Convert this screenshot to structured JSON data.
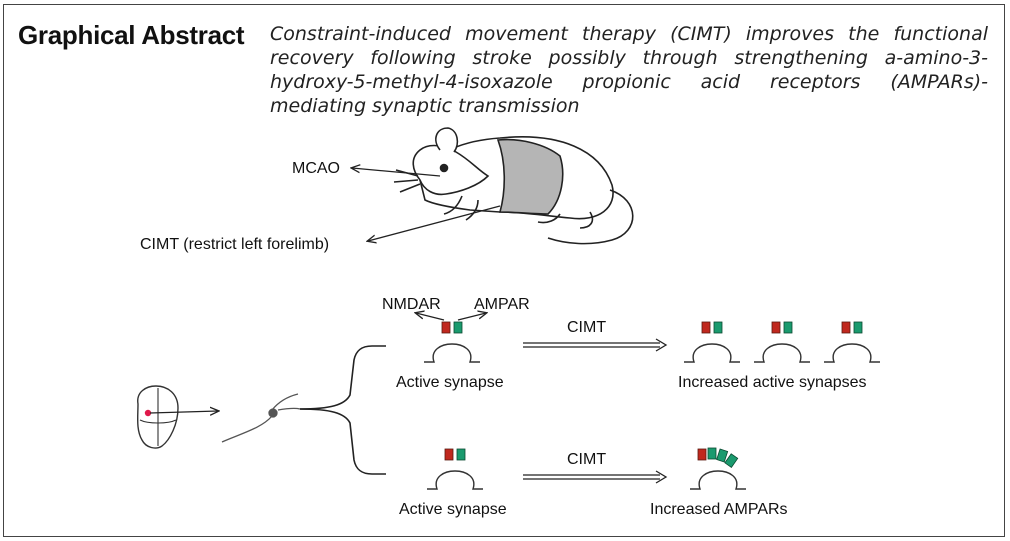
{
  "header": {
    "heading": "Graphical Abstract",
    "subtitle": "Constraint-induced movement therapy (CIMT) improves the functional recovery following stroke possibly through strengthening a-amino-3-hydroxy-5-methyl-4-isoxazole propionic acid receptors (AMPARs)-mediating synaptic transmission"
  },
  "rat": {
    "mcao_label": "MCAO",
    "cimt_label": "CIMT (restrict left forelimb)"
  },
  "receptors": {
    "nmdar_label": "NMDAR",
    "ampar_label": "AMPAR"
  },
  "pathway_top": {
    "arrow_label": "CIMT",
    "left_caption": "Active synapse",
    "right_caption": "Increased active synapses"
  },
  "pathway_bottom": {
    "arrow_label": "CIMT",
    "left_caption": "Active synapse",
    "right_caption": "Increased AMPARs"
  },
  "colors": {
    "nmdar": "#c0281e",
    "ampar": "#1a9a6e",
    "lesion": "#e0184a",
    "line": "#333333"
  }
}
